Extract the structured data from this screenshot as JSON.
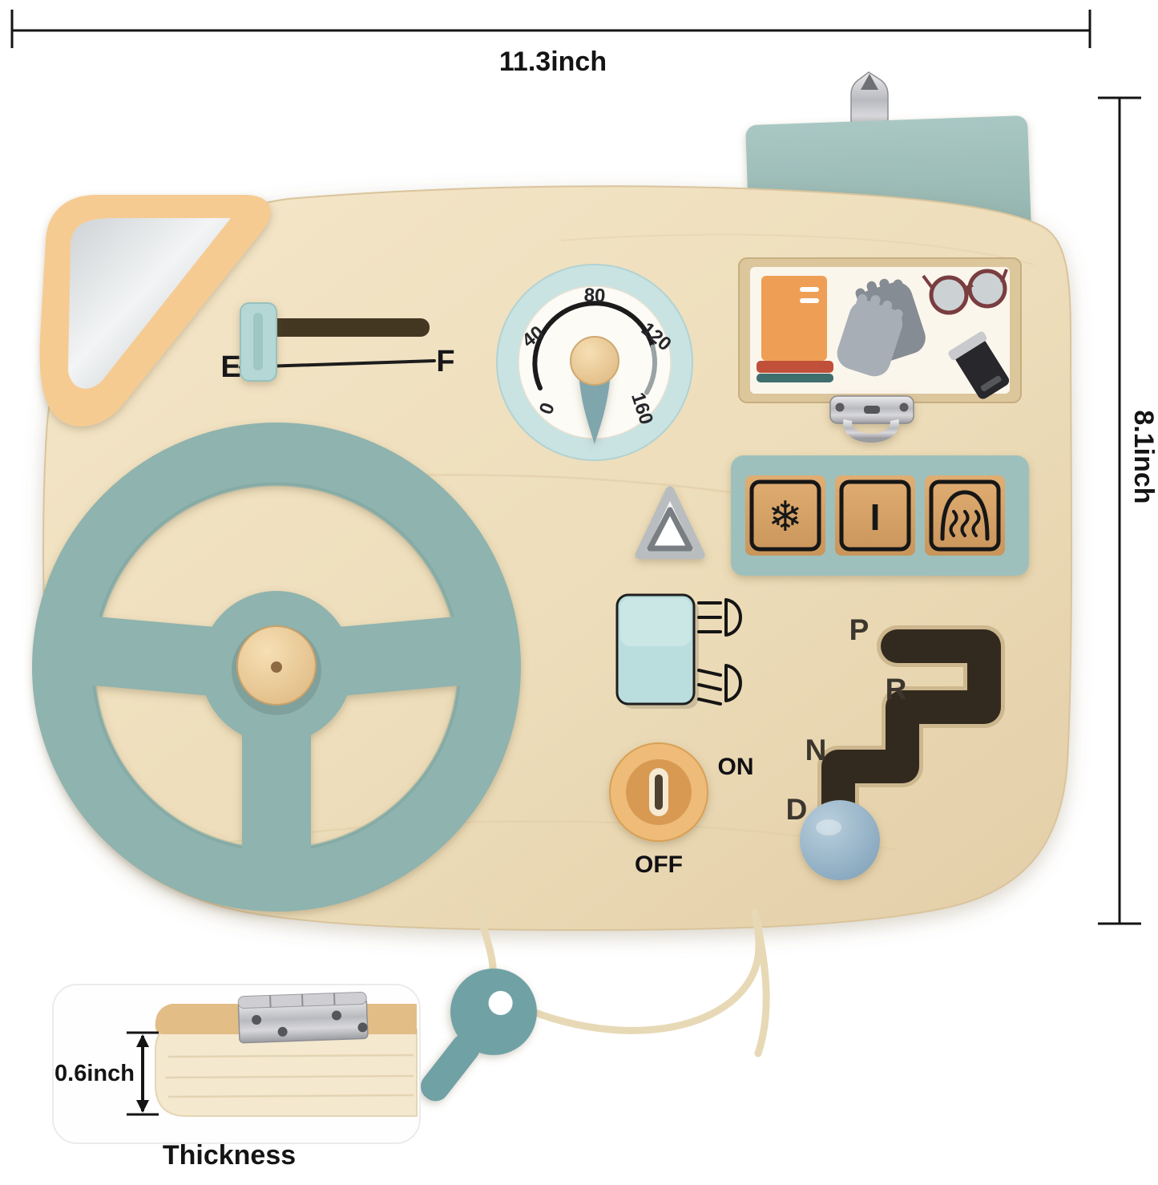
{
  "annotations": {
    "width_label": "11.3inch",
    "height_label": "8.1inch",
    "thickness_value": "0.6inch",
    "thickness_caption": "Thickness"
  },
  "board": {
    "fuel_gauge": {
      "empty": "E",
      "full": "F"
    },
    "speedometer": {
      "ticks": [
        "0",
        "40",
        "80",
        "120",
        "160"
      ]
    },
    "ignition": {
      "on": "ON",
      "off": "OFF"
    },
    "gear_shifter": {
      "positions": [
        "P",
        "R",
        "N",
        "D"
      ]
    }
  },
  "icons": {
    "snowflake_glyph": "❄",
    "power_glyph": "I",
    "defrost": "windshield-defrost-icon",
    "high_beam": "high-beam-icon",
    "low_beam": "low-beam-icon",
    "hazard": "hazard-warning-icon",
    "mirror": "side-mirror",
    "hinge": "hinge-icon",
    "key": "toy-key-icon",
    "hanger": "metal-hanger-tab"
  },
  "colors": {
    "wood": "#efdfbd",
    "wood_dark": "#e2cda6",
    "teal": "#8fb3ae",
    "teal_panel": "#9dc0bc",
    "light_blue": "#c9e3e3",
    "switch_blue": "#b9dedd",
    "peach": "#f6c992",
    "tan": "#ecb873",
    "block_wood": "#d8a368",
    "slate_blue": "#93b3c7",
    "rope": "#ebdcba",
    "slot_dark": "#332a1f",
    "dim_line": "#141414"
  }
}
